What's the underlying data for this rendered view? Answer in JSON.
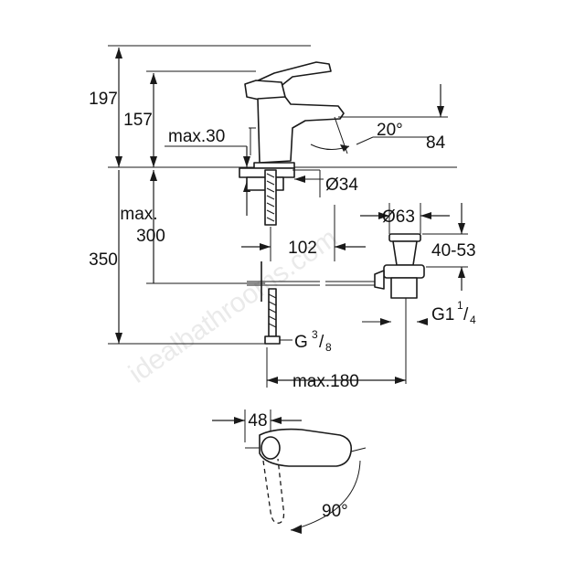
{
  "colors": {
    "line": "#1a1a1a",
    "text": "#111111",
    "watermark": "#d9d9d9"
  },
  "dimensions": {
    "d197": "197",
    "d157": "157",
    "max30": "max.30",
    "angle20": "20°",
    "d84": "84",
    "dia34": "Ø34",
    "max300_line1": "max.",
    "max300_line2": "300",
    "d350": "350",
    "d102": "102",
    "dia63": "Ø63",
    "d40_53": "40-53",
    "g114_base": "G1",
    "g114_num": "1",
    "g114_sep": "/",
    "g114_den": "4",
    "g38_base": "G",
    "g38_num": "3",
    "g38_sep": "/",
    "g38_den": "8",
    "max180": "max.180",
    "d48": "48",
    "angle90": "90°"
  },
  "watermark": {
    "text": "idealbathrooms.com"
  }
}
